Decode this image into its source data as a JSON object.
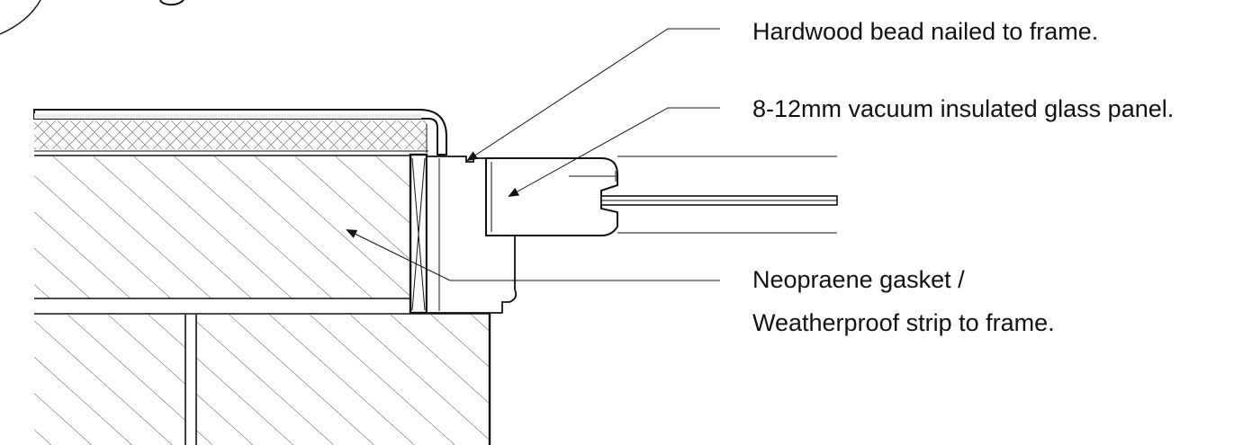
{
  "annotations": {
    "bead": "Hardwood bead nailed to frame.",
    "glass": "8-12mm vacuum insulated glass panel.",
    "gasket_line1": "Neopraene gasket /",
    "gasket_line2": "Weatherproof strip to frame."
  },
  "colors": {
    "line": "#111111",
    "hatch": "#555555",
    "fill": "#ffffff"
  }
}
